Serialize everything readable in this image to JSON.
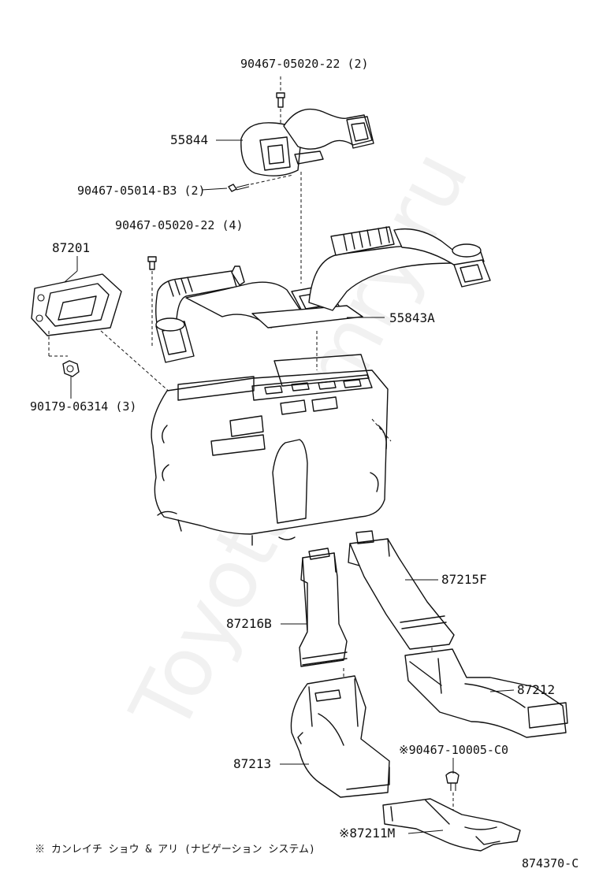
{
  "watermark": "ToyotaCamry.ru",
  "diagram_code": "874370-C",
  "footnote": "※ カンレイチ ショウ & アリ (ナビゲーション システム)",
  "parts": {
    "bolt_top": "90467-05020-22 (2)",
    "duct_55844": "55844",
    "screw_b3": "90467-05014-B3 (2)",
    "bolt_mid": "90467-05020-22 (4)",
    "vent_87201": "87201",
    "duct_55843a": "55843A",
    "nut_90179": "90179-06314 (3)",
    "duct_87215f": "87215F",
    "duct_87216b": "87216B",
    "duct_87212": "87212",
    "clip_note": "※90467-10005-C0",
    "duct_87213": "87213",
    "duct_87211m": "※87211M"
  }
}
